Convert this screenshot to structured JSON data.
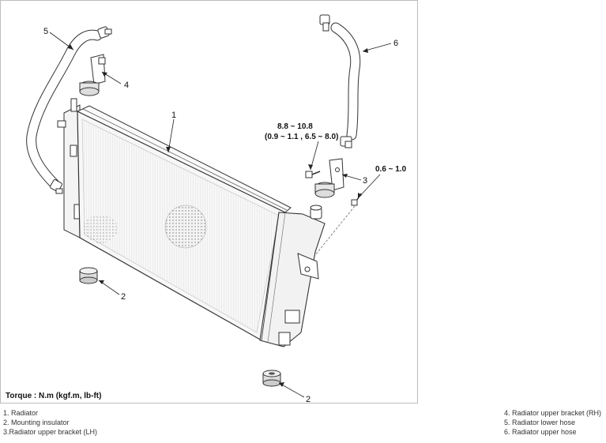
{
  "callouts": {
    "radiator": "1",
    "insulator_left": "2",
    "insulator_right": "2",
    "upper_bracket_lh": "3",
    "upper_bracket_rh": "4",
    "lower_hose": "5",
    "upper_hose": "6"
  },
  "torque_specs": {
    "bracket_bolt_line1": "8.8 ~ 10.8",
    "bracket_bolt_line2": "(0.9 ~ 1.1 , 6.5 ~ 8.0)",
    "small_bolt": "0.6 ~ 1.0"
  },
  "torque_unit_note": "Torque : N.m (kgf.m, lb-ft)",
  "legend": {
    "left": [
      "1. Radiator",
      "2. Mounting insulator",
      "3.Radiator upper bracket (LH)"
    ],
    "right": [
      "4. Radiator upper bracket (RH)",
      "5. Radiator lower hose",
      "6. Radiator upper hose"
    ]
  }
}
